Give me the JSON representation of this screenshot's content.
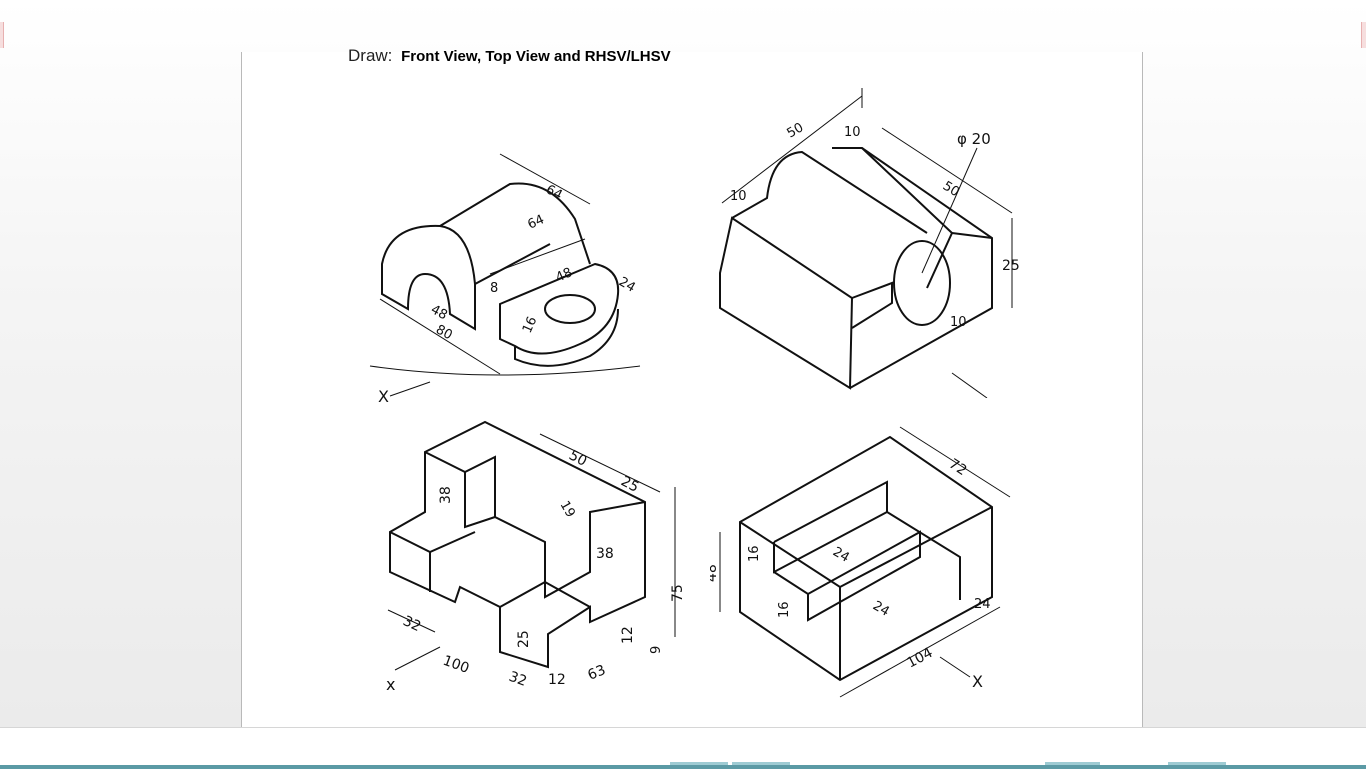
{
  "heading": {
    "prefix": "Draw:",
    "title": "Front View, Top View and RHSV/LHSV"
  },
  "figures": [
    {
      "dims": [
        "64",
        "64",
        "48",
        "8",
        "24",
        "48",
        "80",
        "16"
      ],
      "direction_label": "X"
    },
    {
      "dims": [
        "50",
        "10",
        "φ 20",
        "50",
        "10",
        "25",
        "10"
      ]
    },
    {
      "dims": [
        "50",
        "25",
        "38",
        "19",
        "38",
        "75",
        "9",
        "32",
        "25",
        "100",
        "32",
        "12",
        "63",
        "12"
      ],
      "direction_label": "x"
    },
    {
      "dims": [
        "72",
        "16",
        "24",
        "24",
        "48",
        "16",
        "24",
        "104"
      ],
      "direction_label": "X"
    }
  ],
  "colors": {
    "line": "#111111",
    "accent_bar": "#5b9aa5"
  }
}
